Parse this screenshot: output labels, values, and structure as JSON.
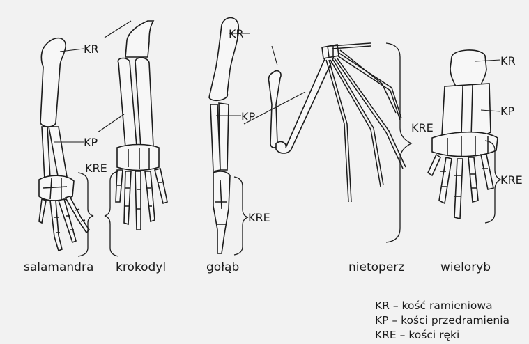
{
  "labels": {
    "kr": "KR",
    "kp": "KP",
    "kre": "KRE",
    "kre_cut": "KRE"
  },
  "animals": {
    "salamandra": "salamandra",
    "krokodyl": "krokodyl",
    "golab": "gołąb",
    "nietoperz": "nietoperz",
    "wieloryb": "wieloryb"
  },
  "legend": [
    "KR – kość ramieniowa",
    "KP – kości przedramienia",
    "KRE – kości ręki"
  ]
}
